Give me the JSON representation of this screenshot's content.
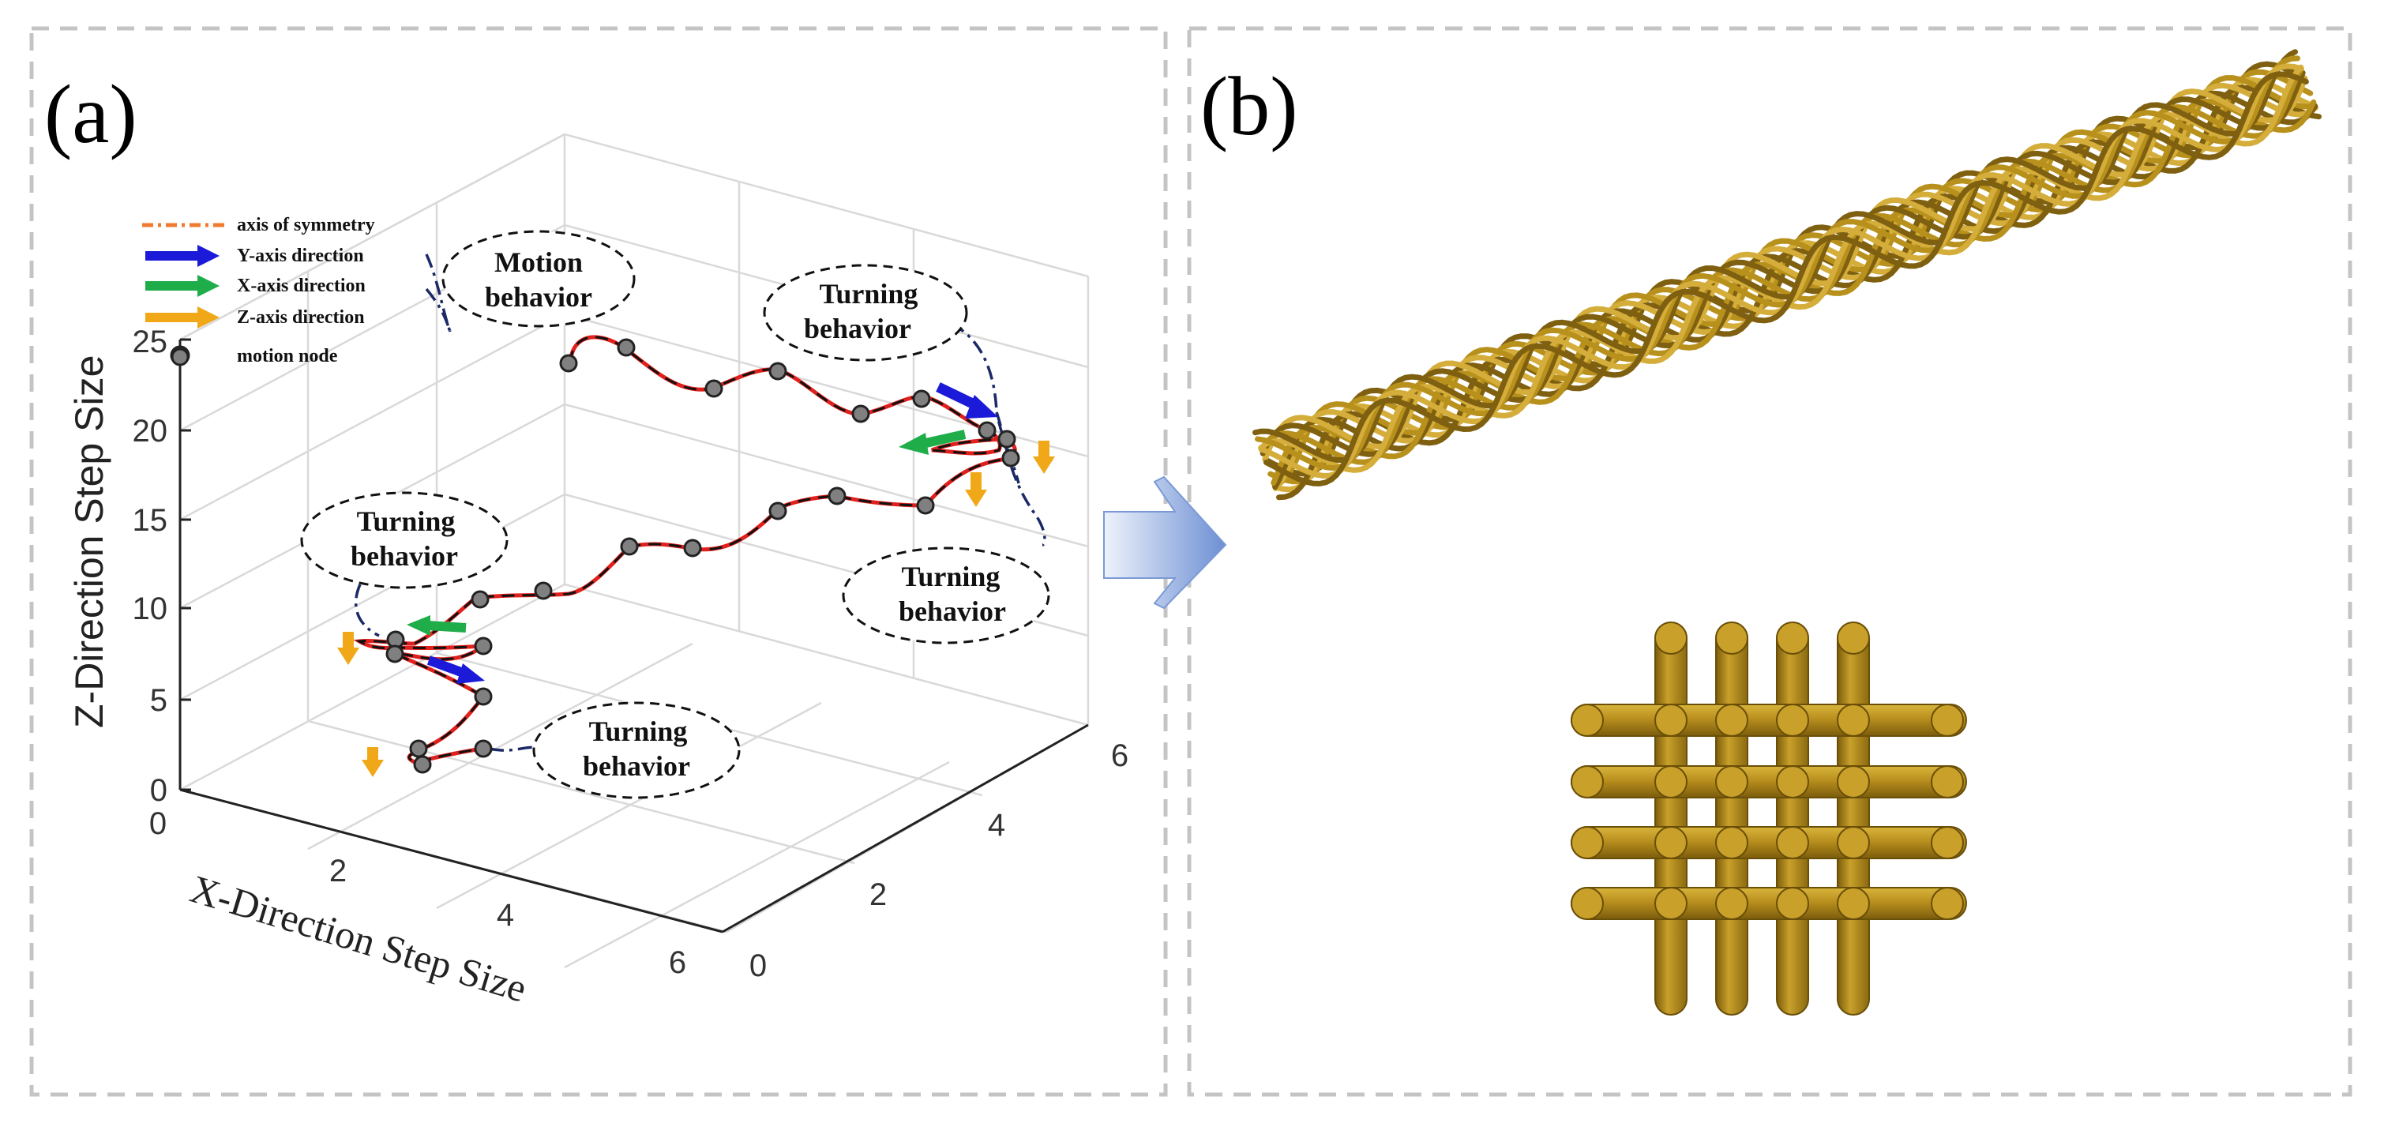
{
  "panel_a": {
    "label": "(a)",
    "legend": {
      "symmetry": "axis of symmetry",
      "y_dir": "Y-axis direction",
      "x_dir": "X-axis direction",
      "z_dir": "Z-axis direction",
      "node": "motion node"
    },
    "axes": {
      "z_label": "Z-Direction Step Size",
      "x_label": "X-Direction Step Size",
      "z_ticks": [
        "25",
        "20",
        "15",
        "10",
        "5",
        "0"
      ],
      "x_ticks": [
        "0",
        "2",
        "4",
        "6"
      ],
      "y_ticks": [
        "0",
        "2",
        "4",
        "6"
      ]
    },
    "callouts": {
      "motion": [
        "Motion",
        "behavior"
      ],
      "turn_top": [
        "Turning",
        "behavior"
      ],
      "turn_left": [
        "Turning",
        "behavior"
      ],
      "turn_right": [
        "Turning",
        "behavior"
      ],
      "turn_bottom": [
        "Turning",
        "behavior"
      ]
    }
  },
  "panel_b": {
    "label": "(b)"
  },
  "colors": {
    "path": "#e0201c",
    "node_fill": "#808080",
    "y_arrow": "#1a1ad8",
    "x_arrow": "#1fad4a",
    "z_arrow": "#f0a818",
    "symmetry_line": "#1b2a66",
    "legend_symmetry": "#f07a30",
    "fiber": "#b8901c",
    "transition_arrow": "#7a9ad6"
  }
}
